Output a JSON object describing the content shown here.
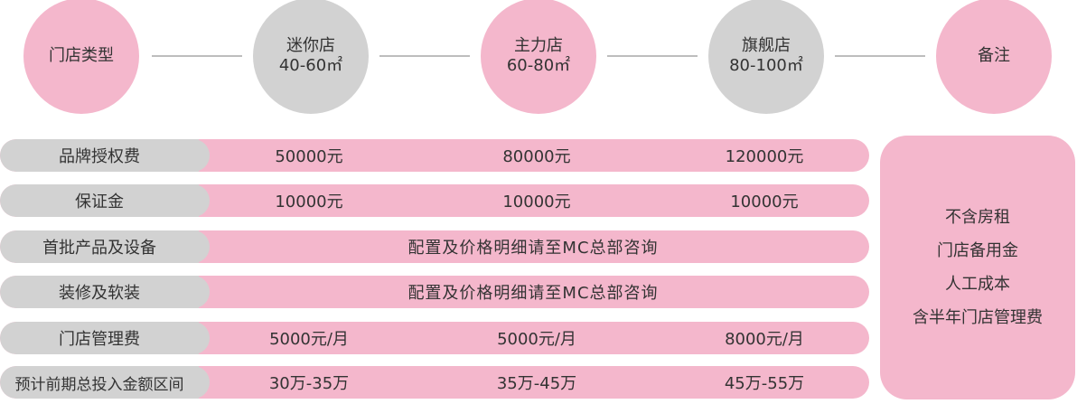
{
  "header": {
    "store_type": "门店类型",
    "mini": {
      "name": "迷你店",
      "area": "40-60㎡"
    },
    "main": {
      "name": "主力店",
      "area": "60-80㎡"
    },
    "flagship": {
      "name": "旗舰店",
      "area": "80-100㎡"
    },
    "remark": "备注"
  },
  "rows": [
    {
      "label": "品牌授权费",
      "values": [
        "50000元",
        "80000元",
        "120000元"
      ]
    },
    {
      "label": "保证金",
      "values": [
        "10000元",
        "10000元",
        "10000元"
      ]
    },
    {
      "label": "首批产品及设备",
      "span": "配置及价格明细请至MC总部咨询"
    },
    {
      "label": "装修及软装",
      "span": "配置及价格明细请至MC总部咨询"
    },
    {
      "label": "门店管理费",
      "values": [
        "5000元/月",
        "5000元/月",
        "8000元/月"
      ]
    },
    {
      "label": "预计前期总投入金额区间",
      "values": [
        "30万-35万",
        "35万-45万",
        "45万-55万"
      ]
    }
  ],
  "notes": [
    "不含房租",
    "门店备用金",
    "人工成本",
    "含半年门店管理费"
  ],
  "colors": {
    "pink": "#f4b7cc",
    "gray": "#d2d2d2",
    "connector": "#bdbdbd"
  }
}
